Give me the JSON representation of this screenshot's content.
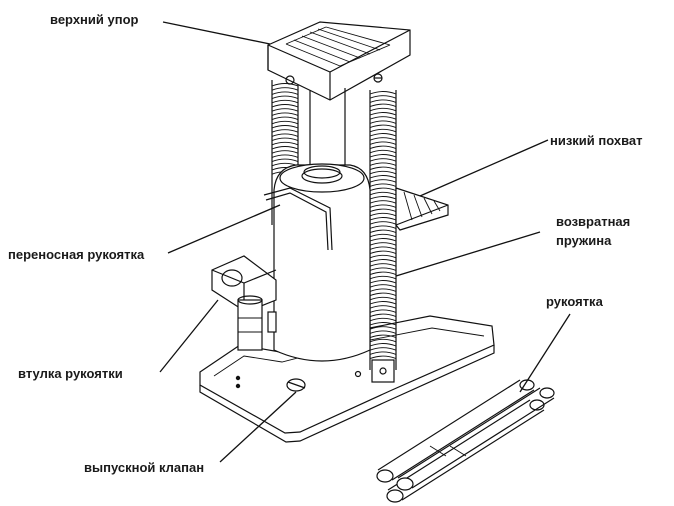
{
  "labels": {
    "top_stop": "верхний упор",
    "low_pickup": "низкий похват",
    "return_spring_1": "возвратная",
    "return_spring_2": "пружина",
    "carry_handle": "переносная рукоятка",
    "handle": "рукоятка",
    "handle_sleeve": "втулка рукоятки",
    "release_valve": "выпускной клапан"
  },
  "colors": {
    "ink": "#111111",
    "background": "#ffffff"
  }
}
